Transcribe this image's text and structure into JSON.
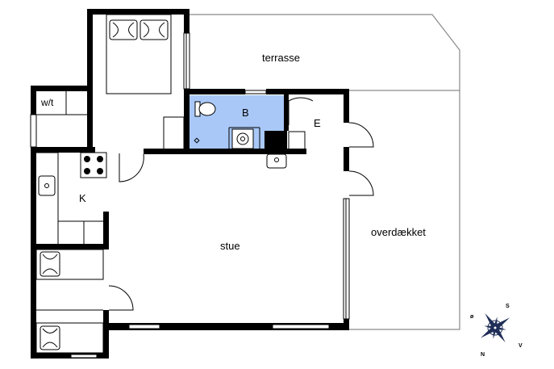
{
  "rooms": {
    "terrace": "terrasse",
    "wc": "w/t",
    "bath": "B",
    "entry": "E",
    "kitchen": "K",
    "living": "stue",
    "covered": "overdækket"
  },
  "compass": {
    "n": "N",
    "s": "S",
    "e": "ø",
    "w": "V"
  },
  "colors": {
    "bath_fill": "#a9c8f7",
    "wall": "#000000",
    "outline": "#7f7f7f"
  }
}
